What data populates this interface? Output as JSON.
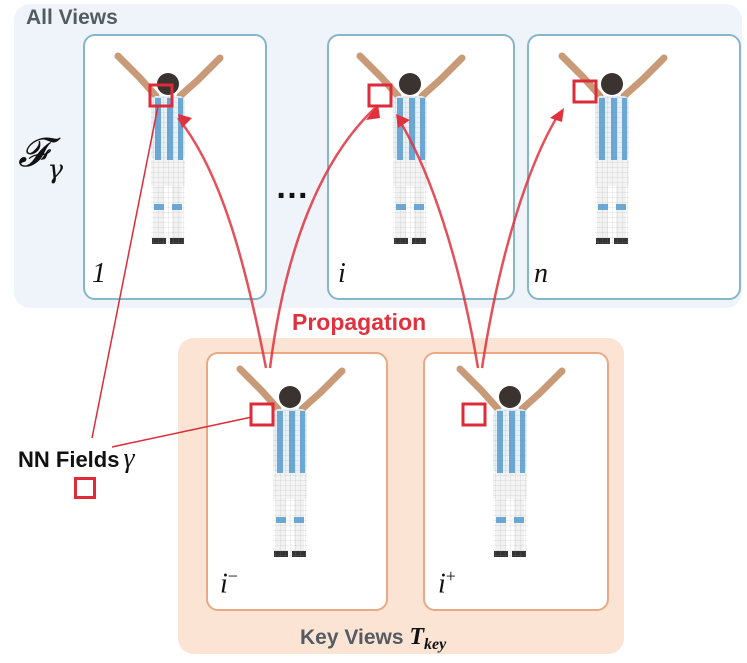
{
  "all_views": {
    "title": "All Views",
    "field_symbol": "𝓕",
    "field_sub": "γ",
    "ellipsis": "…",
    "frames": [
      {
        "label": "1"
      },
      {
        "label": "i"
      },
      {
        "label": "n"
      }
    ]
  },
  "propagation_label": "Propagation",
  "key_views": {
    "title": "Key Views",
    "symbol": "T",
    "symbol_sub": "key",
    "frames": [
      {
        "label": "i",
        "sup": "−"
      },
      {
        "label": "i",
        "sup": "+"
      }
    ]
  },
  "nn_fields": {
    "label": "NN Fields",
    "symbol": "γ"
  },
  "colors": {
    "all_views_bg": "#eef4fa",
    "key_views_bg": "#fbe4d4",
    "blue_frame": "#86b6c7",
    "orange_frame": "#e9a886",
    "accent_red": "#dd2b3a",
    "jersey_blue": "#6aa8d6"
  }
}
